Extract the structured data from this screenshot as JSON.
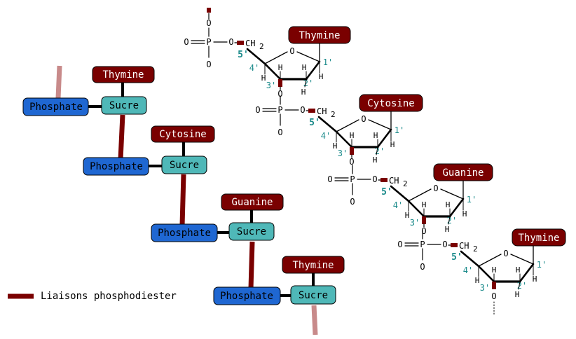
{
  "colors": {
    "base": "#7a0000",
    "phosphate": "#1f67d2",
    "sugar": "#4fb8b8",
    "bond": "#7a0000",
    "bond_faded": "#c88a8a",
    "prime": "#1a8a8a"
  },
  "schematic": {
    "units": [
      {
        "base": "Thymine",
        "sugar": "Sucre",
        "phosphate": "Phosphate"
      },
      {
        "base": "Cytosine",
        "sugar": "Sucre",
        "phosphate": "Phosphate"
      },
      {
        "base": "Guanine",
        "sugar": "Sucre",
        "phosphate": "Phosphate"
      },
      {
        "base": "Thymine",
        "sugar": "Sucre",
        "phosphate": "Phosphate"
      }
    ]
  },
  "legend": {
    "label": "Liaisons phosphodiester"
  },
  "chem": {
    "bases": [
      "Thymine",
      "Cytosine",
      "Guanine",
      "Thymine"
    ],
    "atoms": {
      "O": "O",
      "P": "P",
      "H": "H",
      "C": "CH",
      "sub": "2"
    },
    "primes": {
      "p1": "1'",
      "p2": "2'",
      "p3": "3'",
      "p4": "4'",
      "p5": "5'"
    }
  }
}
